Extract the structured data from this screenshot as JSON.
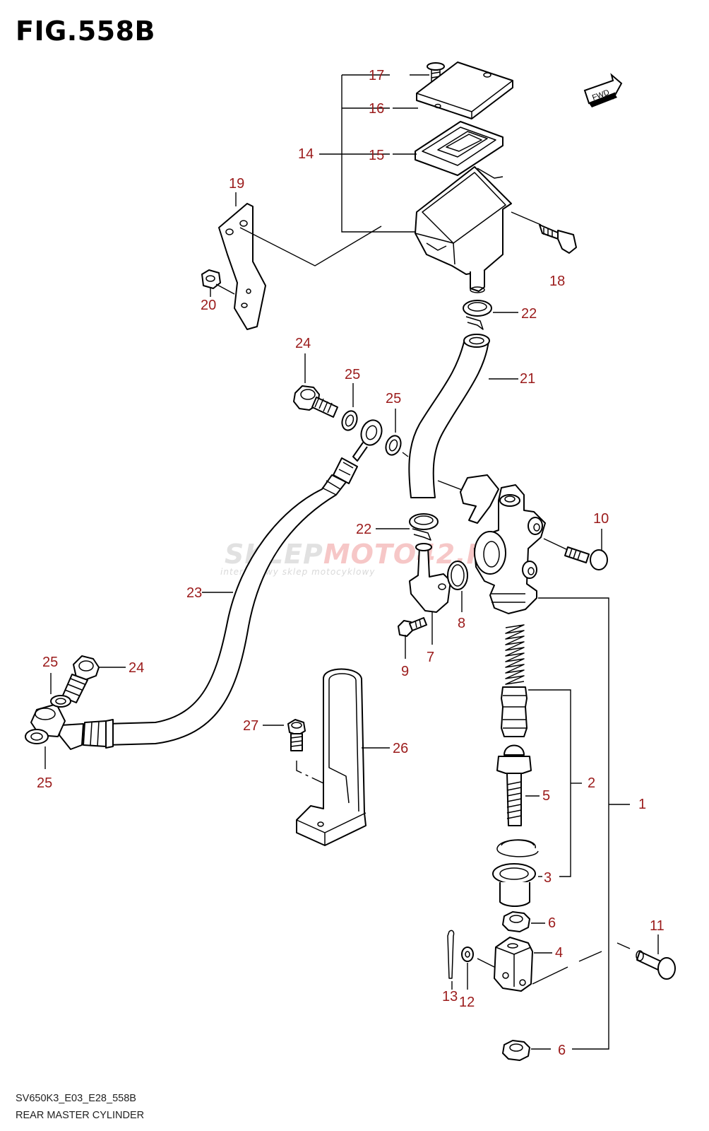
{
  "figure": {
    "title": "FIG.558B",
    "code": "SV650K3_E03_E28_558B",
    "caption": "REAR MASTER CYLINDER"
  },
  "watermark": {
    "brand_a": "SKLEP",
    "brand_b": "MOTO",
    "brand_c": "42",
    "brand_d": ".PL",
    "tagline": "internetowy sklep motocyklowy"
  },
  "fwd_label": "FWD",
  "callouts": {
    "c1": "1",
    "c2": "2",
    "c3": "3",
    "c4": "4",
    "c5": "5",
    "c6a": "6",
    "c6b": "6",
    "c7": "7",
    "c8": "8",
    "c9": "9",
    "c10": "10",
    "c11": "11",
    "c12": "12",
    "c13": "13",
    "c14": "14",
    "c15": "15",
    "c16": "16",
    "c17": "17",
    "c18": "18",
    "c19": "19",
    "c20": "20",
    "c21": "21",
    "c22a": "22",
    "c22b": "22",
    "c23": "23",
    "c24a": "24",
    "c24b": "24",
    "c25a": "25",
    "c25b": "25",
    "c25c": "25",
    "c25d": "25",
    "c26": "26",
    "c27": "27"
  },
  "colors": {
    "callout": "#9b1b1b",
    "line": "#000000"
  }
}
